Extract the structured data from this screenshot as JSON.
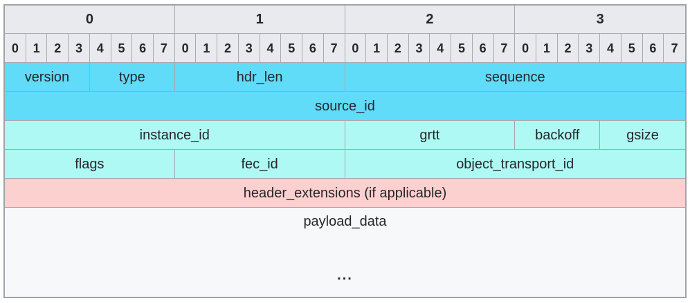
{
  "diagram": {
    "byte_headers": [
      "0",
      "1",
      "2",
      "3"
    ],
    "bit_headers": [
      "0",
      "1",
      "2",
      "3",
      "4",
      "5",
      "6",
      "7",
      "0",
      "1",
      "2",
      "3",
      "4",
      "5",
      "6",
      "7",
      "0",
      "1",
      "2",
      "3",
      "4",
      "5",
      "6",
      "7",
      "0",
      "1",
      "2",
      "3",
      "4",
      "5",
      "6",
      "7"
    ],
    "field_rows": [
      {
        "color": "cyan",
        "fields": [
          {
            "label": "version",
            "span": 4
          },
          {
            "label": "type",
            "span": 4
          },
          {
            "label": "hdr_len",
            "span": 8
          },
          {
            "label": "sequence",
            "span": 16
          }
        ]
      },
      {
        "color": "cyan",
        "fields": [
          {
            "label": "source_id",
            "span": 32
          }
        ]
      },
      {
        "color": "light_cyan",
        "fields": [
          {
            "label": "instance_id",
            "span": 16
          },
          {
            "label": "grtt",
            "span": 8
          },
          {
            "label": "backoff",
            "span": 4
          },
          {
            "label": "gsize",
            "span": 4
          }
        ]
      },
      {
        "color": "light_cyan",
        "fields": [
          {
            "label": "flags",
            "span": 8
          },
          {
            "label": "fec_id",
            "span": 8
          },
          {
            "label": "object_transport_id",
            "span": 16
          }
        ]
      },
      {
        "color": "pink",
        "fields": [
          {
            "label": "header_extensions (if applicable)",
            "span": 32
          }
        ]
      }
    ],
    "payload": {
      "label": "payload_data",
      "ellipsis": "..."
    },
    "colors": {
      "cyan": "#60dbf8",
      "light_cyan": "#aef9f3",
      "pink": "#fcd0cf",
      "header_bg": "#e9eaee",
      "payload_bg": "#f7f8fa"
    }
  }
}
